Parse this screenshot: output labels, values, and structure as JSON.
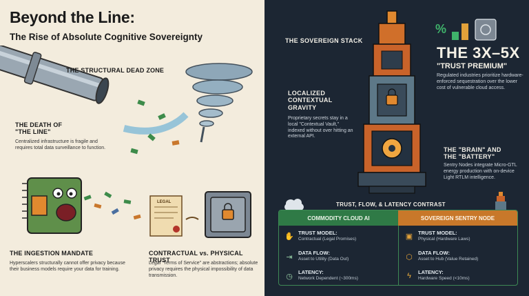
{
  "left": {
    "title": "Beyond the Line:",
    "subtitle": "The Rise of Absolute Cognitive Sovereignty",
    "dead_zone": {
      "heading": "THE STRUCTURAL DEAD ZONE"
    },
    "death": {
      "heading_line1": "THE DEATH OF",
      "heading_line2": "\"THE LINE\"",
      "body": "Centralized infrastructure is fragile and requires total data surveillance to function."
    },
    "ingestion": {
      "heading": "THE INGESTION MANDATE",
      "body": "Hyperscalers structurally cannot offer privacy because their business models require your data for training."
    },
    "contractual": {
      "heading": "CONTRACTUAL vs. PHYSICAL TRUST",
      "body": "Legal \"Terms of Service\" are abstractions; absolute privacy requires the physical impossibility of data transmission.",
      "scroll_label": "LEGAL"
    }
  },
  "right": {
    "stack_heading": "THE SOVEREIGN STACK",
    "premium": {
      "big": "THE 3X–5X",
      "sub": "\"TRUST PREMIUM\"",
      "body": "Regulated industries prioritize hardware-enforced sequestration over the lower cost of vulnerable cloud access.",
      "percent_glyph": "%"
    },
    "gravity": {
      "heading_line1": "LOCALIZED",
      "heading_line2": "CONTEXTUAL",
      "heading_line3": "GRAVITY",
      "body": "Proprietary secrets stay in a local \"Contextual Vault,\" indexed without over hitting an external API."
    },
    "brain": {
      "heading_line1": "THE \"BRAIN\" AND",
      "heading_line2": "THE \"BATTERY\"",
      "body": "Sentry Nodes integrate Micro-GTL energy production with on-device Light RTLM intelligence."
    },
    "table": {
      "title": "TRUST, FLOW, & LATENCY CONTRAST",
      "col_left": "COMMODITY CLOUD AI",
      "col_right": "SOVEREIGN SENTRY NODE",
      "rows": [
        {
          "label": "TRUST MODEL:",
          "left": "Contractual (Legal Promises)",
          "right": "Physical (Hardware Laws)"
        },
        {
          "label": "DATA FLOW:",
          "left": "Asset to Utility (Data Out)",
          "right": "Asset to Hub (Value Retained)"
        },
        {
          "label": "LATENCY:",
          "left": "Network Dependent (~300ms)",
          "right": "Hardware Speed (<10ms)"
        }
      ]
    }
  },
  "colors": {
    "cream": "#f3ecdd",
    "navy": "#1c2633",
    "green_header": "#2f7a46",
    "orange_header": "#c8782a",
    "accent_orange": "#e58a2e"
  }
}
